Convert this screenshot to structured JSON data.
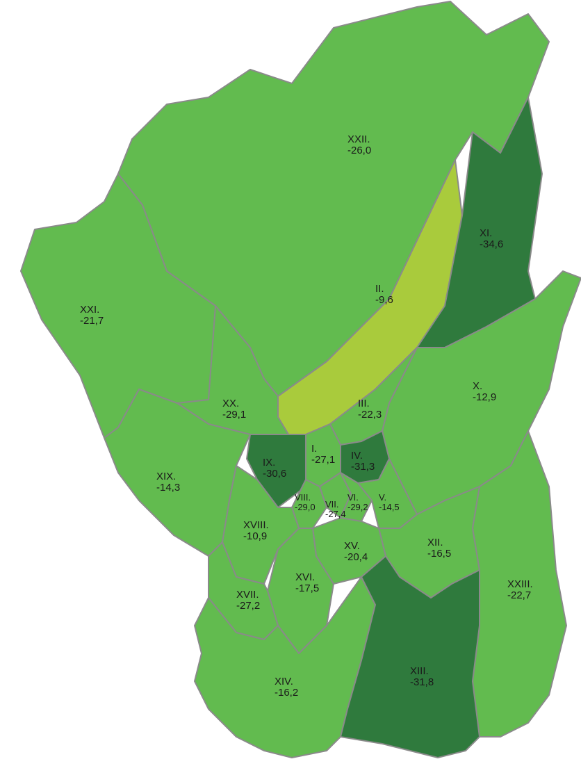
{
  "map": {
    "colors": {
      "light": "#a9cb3c",
      "medium": "#62bb4f",
      "dark": "#2f7a3d",
      "border": "#8a8a8a"
    },
    "districts": [
      {
        "id": "I",
        "name": "I.",
        "value": "-27,1",
        "shade": "medium"
      },
      {
        "id": "II",
        "name": "II.",
        "value": "-9,6",
        "shade": "light"
      },
      {
        "id": "III",
        "name": "III.",
        "value": "-22,3",
        "shade": "medium"
      },
      {
        "id": "IV",
        "name": "IV.",
        "value": "-31,3",
        "shade": "dark"
      },
      {
        "id": "V",
        "name": "V.",
        "value": "-14,5",
        "shade": "medium"
      },
      {
        "id": "VI",
        "name": "VI.",
        "value": "-29,2",
        "shade": "medium"
      },
      {
        "id": "VII",
        "name": "VII.",
        "value": "-27,4",
        "shade": "medium"
      },
      {
        "id": "VIII",
        "name": "VIII.",
        "value": "-29,0",
        "shade": "medium"
      },
      {
        "id": "IX",
        "name": "IX.",
        "value": "-30,6",
        "shade": "dark"
      },
      {
        "id": "X",
        "name": "X.",
        "value": "-12,9",
        "shade": "medium"
      },
      {
        "id": "XI",
        "name": "XI.",
        "value": "-34,6",
        "shade": "dark"
      },
      {
        "id": "XII",
        "name": "XII.",
        "value": "-16,5",
        "shade": "medium"
      },
      {
        "id": "XIII",
        "name": "XIII.",
        "value": "-31,8",
        "shade": "dark"
      },
      {
        "id": "XIV",
        "name": "XIV.",
        "value": "-16,2",
        "shade": "medium"
      },
      {
        "id": "XV",
        "name": "XV.",
        "value": "-20,4",
        "shade": "medium"
      },
      {
        "id": "XVI",
        "name": "XVI.",
        "value": "-17,5",
        "shade": "medium"
      },
      {
        "id": "XVII",
        "name": "XVII.",
        "value": "-27,2",
        "shade": "medium"
      },
      {
        "id": "XVIII",
        "name": "XVIII.",
        "value": "-10,9",
        "shade": "medium"
      },
      {
        "id": "XIX",
        "name": "XIX.",
        "value": "-14,3",
        "shade": "medium"
      },
      {
        "id": "XX",
        "name": "XX.",
        "value": "-29,1",
        "shade": "medium"
      },
      {
        "id": "XXI",
        "name": "XXI.",
        "value": "-21,7",
        "shade": "medium"
      },
      {
        "id": "XXII",
        "name": "XXII.",
        "value": "-26,0",
        "shade": "medium"
      },
      {
        "id": "XXIII",
        "name": "XXIII.",
        "value": "-22,7",
        "shade": "medium"
      }
    ]
  }
}
